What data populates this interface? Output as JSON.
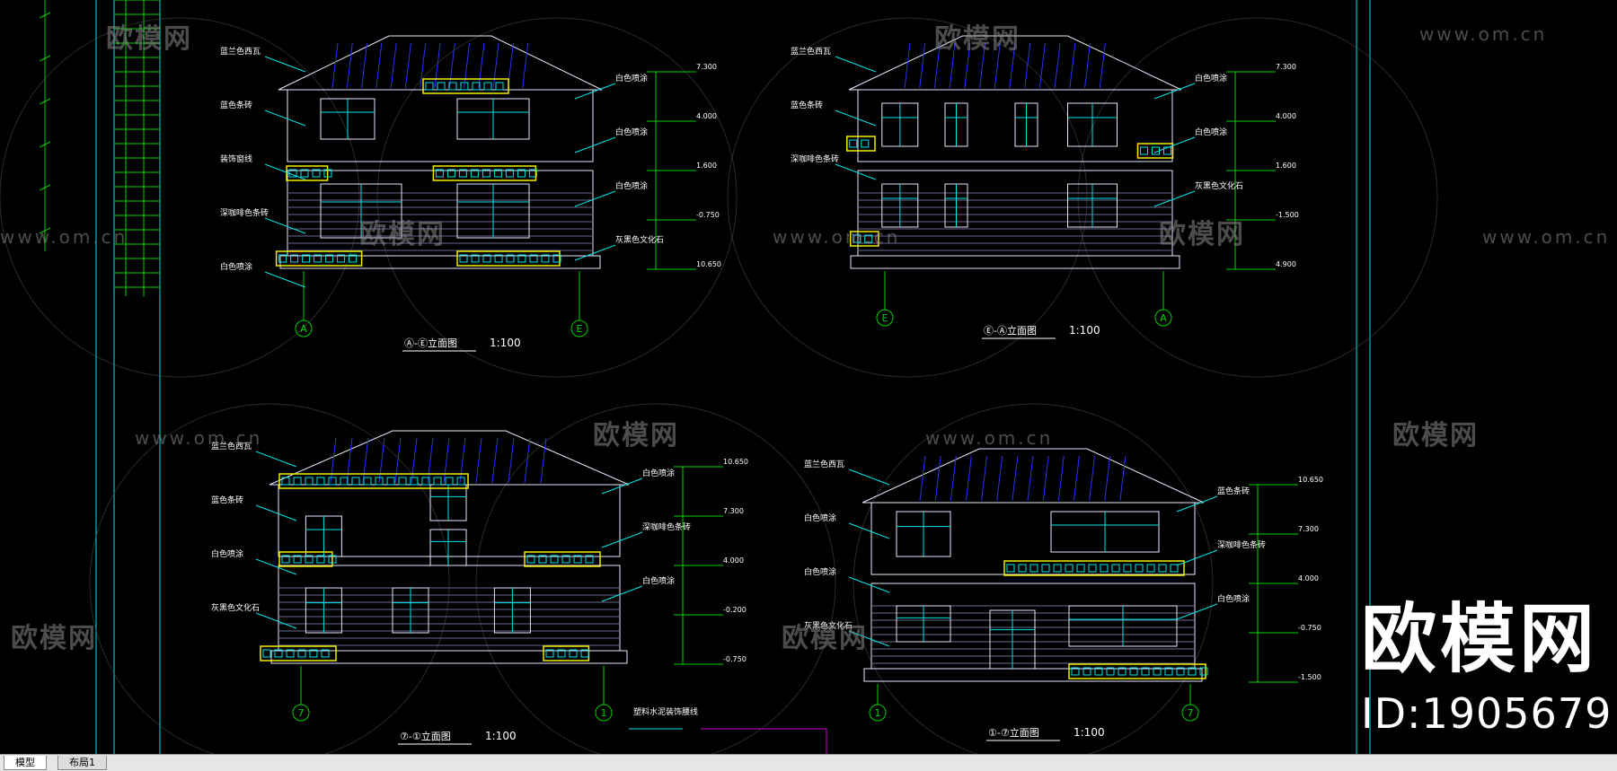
{
  "watermark": {
    "brand": "欧模网",
    "url": "www.om.cn"
  },
  "brand_overlay": {
    "name": "欧模网",
    "id_text": "ID:1905679"
  },
  "tabs": [
    {
      "label": "模型"
    },
    {
      "label": "布局1"
    }
  ],
  "elevations": [
    {
      "title": "Ⓐ-Ⓔ立面图",
      "scale": "1:100",
      "left_axis": "A",
      "right_axis": "E",
      "annotations": [
        "蓝兰色西瓦",
        "白色喷涂",
        "蓝色条砖",
        "白色喷涂",
        "装饰窗线",
        "白色喷涂",
        "深咖啡色条砖",
        "灰黑色文化石",
        "白色喷涂"
      ],
      "levels": [
        "7.300",
        "4.000",
        "1.600",
        "-0.750",
        "10.650"
      ]
    },
    {
      "title": "Ⓔ-Ⓐ立面图",
      "scale": "1:100",
      "left_axis": "E",
      "right_axis": "A",
      "annotations": [
        "蓝兰色西瓦",
        "白色喷涂",
        "蓝色条砖",
        "白色喷涂",
        "深咖啡色条砖",
        "灰黑色文化石"
      ],
      "levels": [
        "7.300",
        "4.000",
        "1.600",
        "-1.500",
        "4.900"
      ]
    },
    {
      "title": "⑦-①立面图",
      "scale": "1:100",
      "left_axis": "7",
      "right_axis": "1",
      "annotations": [
        "蓝兰色西瓦",
        "白色喷涂",
        "蓝色条砖",
        "深咖啡色条砖",
        "白色喷涂",
        "白色喷涂",
        "灰黑色文化石"
      ],
      "levels": [
        "10.650",
        "7.300",
        "4.000",
        "-0.200",
        "-0.750"
      ]
    },
    {
      "title": "①-⑦立面图",
      "scale": "1:100",
      "left_axis": "1",
      "right_axis": "7",
      "annotations": [
        "蓝兰色西瓦",
        "蓝色条砖",
        "白色喷涂",
        "深咖啡色条砖",
        "白色喷涂",
        "白色喷涂",
        "灰黑色文化石"
      ],
      "levels": [
        "10.650",
        "7.300",
        "4.000",
        "-0.750",
        "-1.500"
      ]
    }
  ],
  "detail_label": "塑料水泥装饰腰线",
  "colors": {
    "background": "#000000",
    "line_cyan": "#00e5e5",
    "line_white": "#e8e8ff",
    "line_green": "#00d000",
    "railing_yellow": "#f0f000",
    "line_blue": "#3030ff"
  }
}
